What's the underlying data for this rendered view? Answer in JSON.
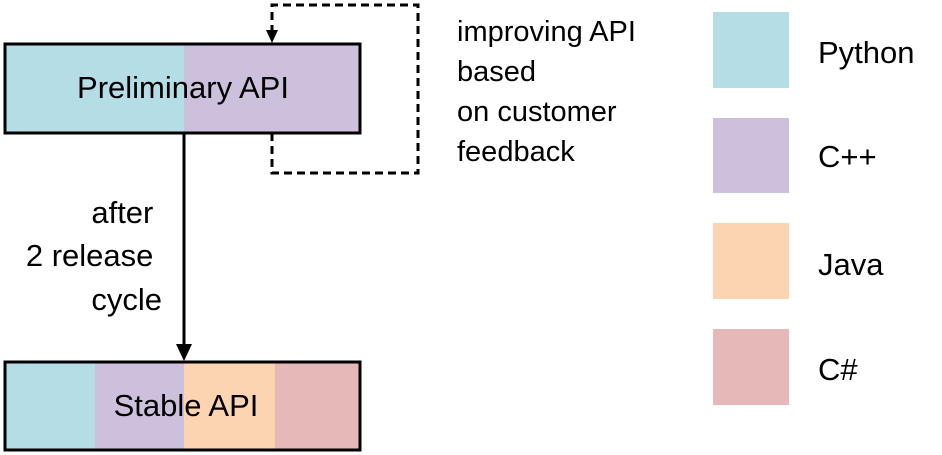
{
  "boxes": {
    "preliminary": {
      "label": "Preliminary API",
      "segments": [
        {
          "language": "Python",
          "color": "#b4dde6"
        },
        {
          "language": "C++",
          "color": "#ccc0dc"
        }
      ]
    },
    "stable": {
      "label": "Stable API",
      "segments": [
        {
          "language": "Python",
          "color": "#b4dde6"
        },
        {
          "language": "C++",
          "color": "#ccc0dc"
        },
        {
          "language": "Java",
          "color": "#fdd4b2"
        },
        {
          "language": "C#",
          "color": "#e6b8b8"
        }
      ]
    }
  },
  "feedback_loop": {
    "lines": [
      "improving API",
      "based",
      "on customer",
      "feedback"
    ]
  },
  "transition": {
    "lines": [
      "after",
      "2 release",
      "cycle"
    ]
  },
  "legend": [
    {
      "label": "Python",
      "color": "#b4dde6"
    },
    {
      "label": "C++",
      "color": "#ccc0dc"
    },
    {
      "label": "Java",
      "color": "#fdd4b2"
    },
    {
      "label": "C#",
      "color": "#e6b8b8"
    }
  ]
}
